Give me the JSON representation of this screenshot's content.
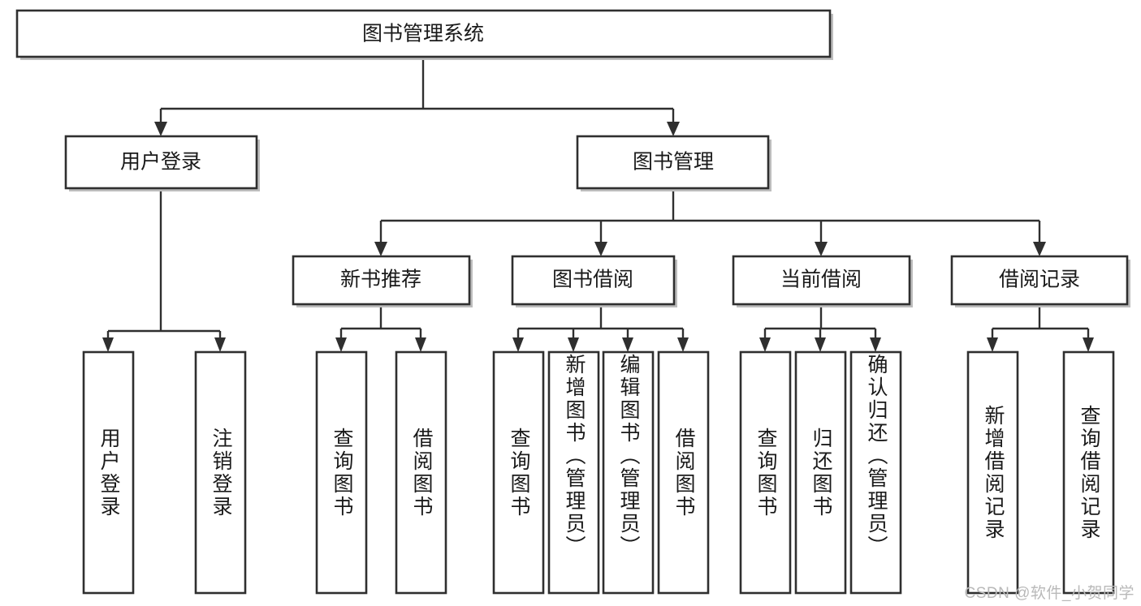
{
  "diagram": {
    "type": "tree",
    "title": "图书管理系统",
    "root": {
      "id": "root",
      "label": "图书管理系统"
    },
    "level2": [
      {
        "id": "user-login",
        "label": "用户登录"
      },
      {
        "id": "book-manage",
        "label": "图书管理"
      }
    ],
    "level3": [
      {
        "id": "new-book-rec",
        "label": "新书推荐"
      },
      {
        "id": "book-borrow",
        "label": "图书借阅"
      },
      {
        "id": "current-borrow",
        "label": "当前借阅"
      },
      {
        "id": "borrow-record",
        "label": "借阅记录"
      }
    ],
    "leaves": [
      {
        "id": "leaf-user-login",
        "label": "用户登录"
      },
      {
        "id": "leaf-user-logout",
        "label": "注销登录"
      },
      {
        "id": "leaf-query-book-1",
        "label": "查询图书"
      },
      {
        "id": "leaf-borrow-book-1",
        "label": "借阅图书"
      },
      {
        "id": "leaf-query-book-2",
        "label": "查询图书"
      },
      {
        "id": "leaf-add-book",
        "label": "新增图书（管理员）"
      },
      {
        "id": "leaf-edit-book",
        "label": "编辑图书（管理员）"
      },
      {
        "id": "leaf-borrow-book-2",
        "label": "借阅图书"
      },
      {
        "id": "leaf-query-book-3",
        "label": "查询图书"
      },
      {
        "id": "leaf-return-book",
        "label": "归还图书"
      },
      {
        "id": "leaf-confirm-return",
        "label": "确认归还（管理员）"
      },
      {
        "id": "leaf-add-record",
        "label": "新增借阅记录"
      },
      {
        "id": "leaf-query-record",
        "label": "查询借阅记录"
      }
    ],
    "colors": {
      "box_fill": "#ffffff",
      "box_stroke": "#2f2f2f",
      "text": "#1a1a1a",
      "edge": "#2f2f2f",
      "watermark": "#b9b9b9",
      "background": "#ffffff"
    }
  },
  "watermark": {
    "text": "CSDN @软件_小贺同学"
  }
}
